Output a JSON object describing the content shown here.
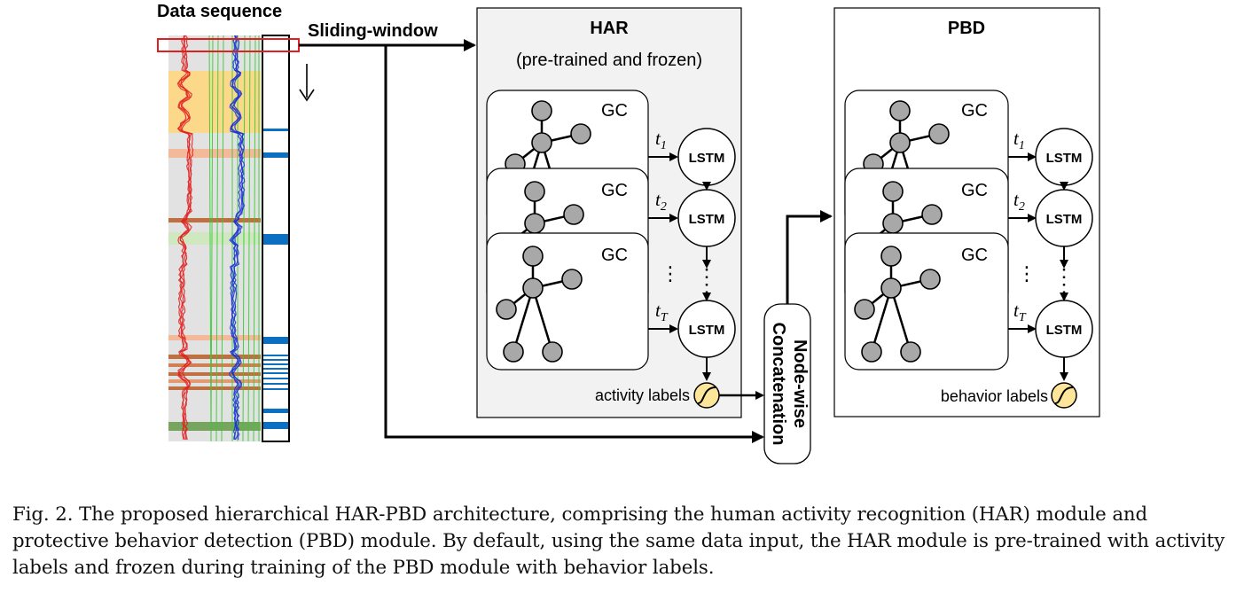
{
  "figure": {
    "data_sequence_title": "Data sequence",
    "sliding_window_label": "Sliding-window",
    "har": {
      "title": "HAR",
      "subtitle": "(pre-trained and frozen)",
      "gc_label": "GC",
      "lstm_label": "LSTM",
      "time_labels": [
        "t1",
        "t2",
        "tT"
      ],
      "ellipsis": "⋮",
      "output_label": "activity labels"
    },
    "concat_line1": "Node-wise",
    "concat_line2": "Concatenation",
    "pbd": {
      "title": "PBD",
      "gc_label": "GC",
      "lstm_label": "LSTM",
      "time_labels": [
        "t1",
        "t2",
        "tT"
      ],
      "ellipsis": "⋮",
      "output_label": "behavior labels"
    },
    "colors": {
      "red": "#e02020",
      "blue": "#1a2fd6",
      "green": "#33cc33",
      "label_blue": "#0b6fc2",
      "node_gray": "#a8a8a8",
      "box_fill": "#f2f2f2",
      "sigmoid_fill": "#fde59a"
    }
  },
  "caption": {
    "text": "Fig. 2.  The proposed hierarchical HAR-PBD architecture, comprising the human activity recognition (HAR) module and protective behavior detection (PBD) module. By default, using the same data input, the HAR module is pre-trained with activity labels and frozen during training of the PBD module with behavior labels."
  }
}
